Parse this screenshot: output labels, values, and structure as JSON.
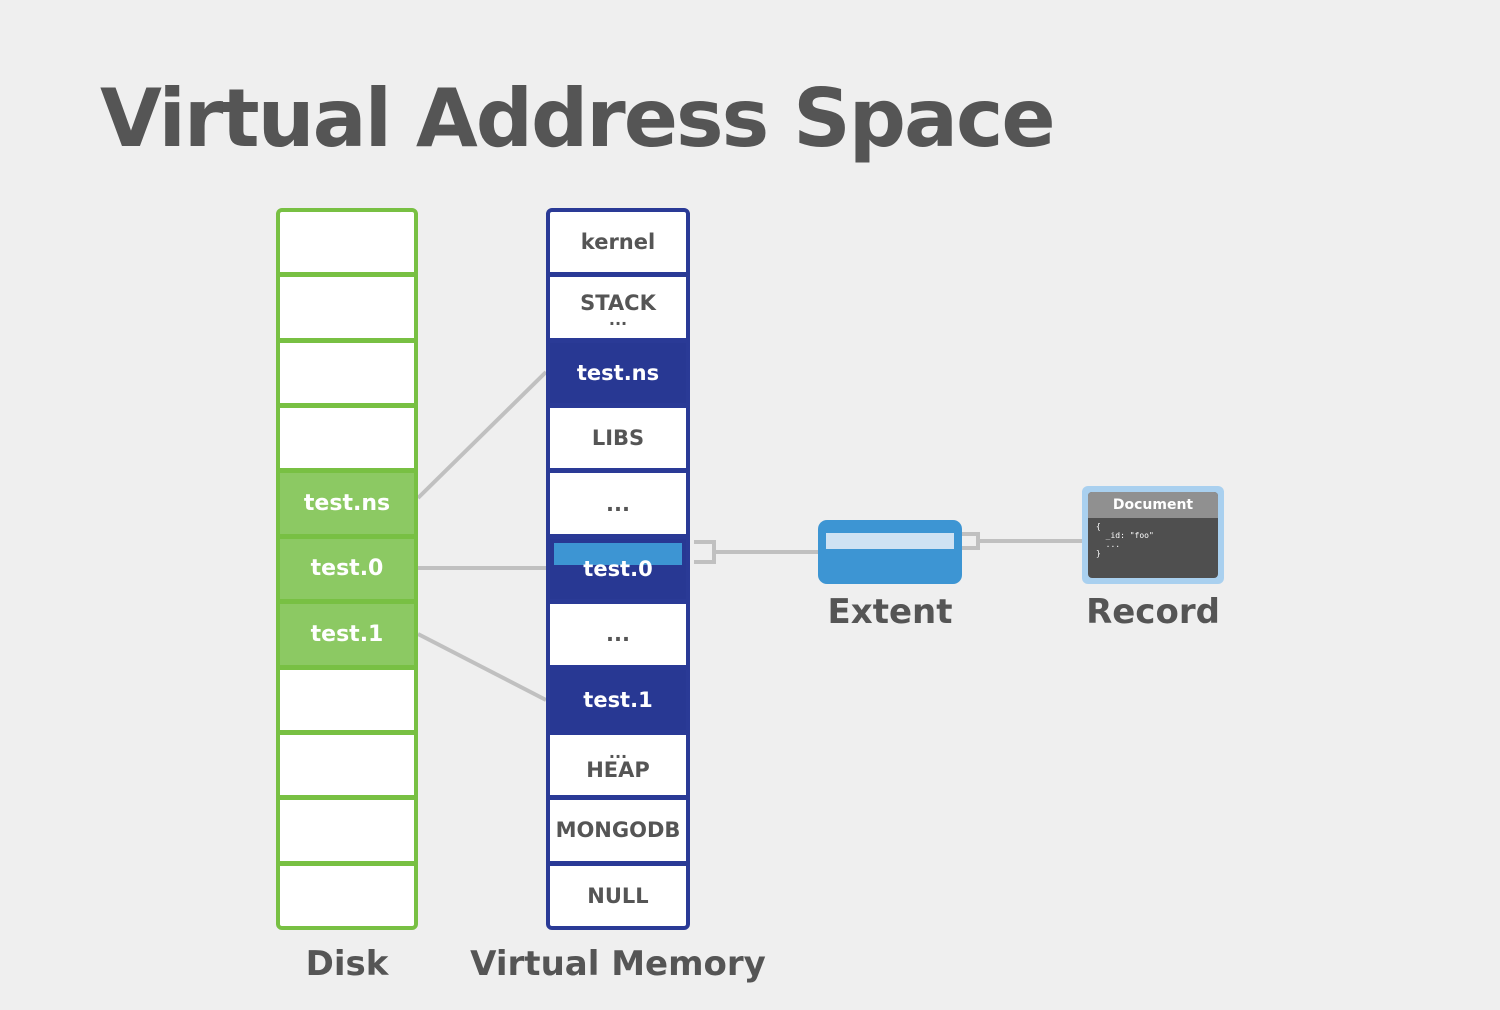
{
  "title": "Virtual Address Space",
  "disk": {
    "label": "Disk",
    "cells": [
      "",
      "",
      "",
      "",
      "test.ns",
      "test.0",
      "test.1",
      "",
      "",
      "",
      ""
    ],
    "filled": [
      false,
      false,
      false,
      false,
      true,
      true,
      true,
      false,
      false,
      false,
      false
    ]
  },
  "virtual_memory": {
    "label": "Virtual Memory",
    "cells": [
      {
        "label": "kernel",
        "dots_bottom": "",
        "dots_top": "",
        "filled": false
      },
      {
        "label": "STACK",
        "dots_bottom": "...",
        "dots_top": "",
        "filled": false
      },
      {
        "label": "test.ns",
        "dots_bottom": "",
        "dots_top": "",
        "filled": true
      },
      {
        "label": "LIBS",
        "dots_bottom": "",
        "dots_top": "",
        "filled": false
      },
      {
        "label": "...",
        "dots_bottom": "",
        "dots_top": "",
        "filled": false
      },
      {
        "label": "test.0",
        "dots_bottom": "",
        "dots_top": "",
        "filled": true,
        "highlight": true
      },
      {
        "label": "...",
        "dots_bottom": "",
        "dots_top": "",
        "filled": false
      },
      {
        "label": "test.1",
        "dots_bottom": "",
        "dots_top": "",
        "filled": true
      },
      {
        "label": "HEAP",
        "dots_bottom": "",
        "dots_top": "...",
        "filled": false
      },
      {
        "label": "MONGODB",
        "dots_bottom": "",
        "dots_top": "",
        "filled": false
      },
      {
        "label": "NULL",
        "dots_bottom": "",
        "dots_top": "",
        "filled": false
      }
    ]
  },
  "extent": {
    "label": "Extent"
  },
  "record": {
    "label": "Record",
    "doc_title": "Document",
    "doc_body": "{\n  _id: \"foo\"\n  ...\n}"
  },
  "colors": {
    "disk": "#78c043",
    "disk_filled": "#8cc963",
    "vm": "#2a3a96",
    "extent": "#3d95d3",
    "record": "#a9d0ef",
    "connector": "#c0c0c0"
  }
}
